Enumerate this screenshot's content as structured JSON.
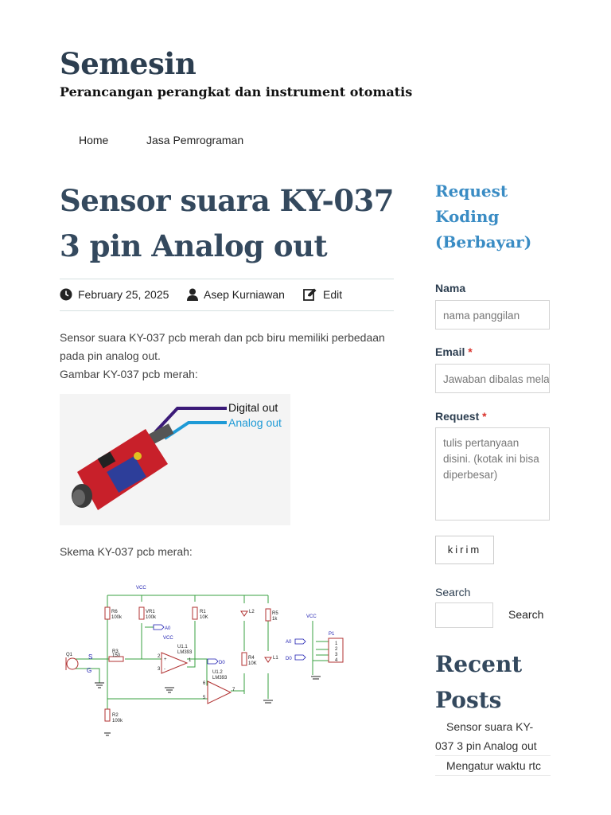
{
  "site": {
    "title": "Semesin",
    "tagline": "Perancangan perangkat dan instrument otomatis"
  },
  "nav": {
    "items": [
      {
        "label": "Home"
      },
      {
        "label": "Jasa Pemrograman"
      }
    ]
  },
  "post": {
    "title": "Sensor suara KY-037 3 pin Analog out",
    "date": "February 25, 2025",
    "author": "Asep Kurniawan",
    "edit_label": "Edit",
    "intro": "Sensor suara KY-037 pcb merah dan pcb biru memiliki perbedaan pada pin analog out.",
    "image1_caption": "Gambar KY-037 pcb merah:",
    "image1_labels": {
      "digital": "Digital out",
      "analog": "Analog out"
    },
    "image2_caption": "Skema KY-037 pcb merah:",
    "schematic_labels": {
      "vcc": "VCC",
      "r6": "R6",
      "r6v": "100k",
      "vr1": "VR1",
      "vr1v": "100k",
      "a0": "A0",
      "r1": "R1",
      "r1v": "10K",
      "l2": "L2",
      "r5": "R5",
      "r5v": "1k",
      "q1": "Q1",
      "s": "S",
      "g": "G",
      "r3": "R3",
      "r3v": "150",
      "u11": "U1.1",
      "lm1": "LM393",
      "d0": "D0",
      "u12": "U1.2",
      "lm2": "LM393",
      "r4": "R4",
      "r4v": "10K",
      "l1": "L1",
      "r2": "R2",
      "r2v": "100k",
      "p1": "P1",
      "pin1": "1",
      "pin2": "2",
      "pin3": "3",
      "pin4": "4",
      "n2": "2",
      "n3": "3",
      "n1": "1",
      "n6": "6",
      "n5": "5",
      "n7": "7",
      "p_plus": "+",
      "p_minus": "-"
    }
  },
  "sidebar": {
    "form_title": "Request Koding (Berbayar)",
    "name_label": "Nama",
    "name_placeholder": "nama panggilan",
    "email_label": "Email",
    "email_placeholder": "Jawaban dibalas melalui email",
    "request_label": "Request",
    "request_placeholder": "tulis pertanyaan disini. (kotak ini bisa diperbesar)",
    "required_mark": "*",
    "submit_label": "kirim",
    "search_label": "Search",
    "search_button": "Search",
    "recent_title": "Recent Posts",
    "recent_posts": [
      {
        "title": "Sensor suara KY-037 3 pin Analog out"
      },
      {
        "title": "Mengatur waktu rtc"
      }
    ]
  },
  "colors": {
    "title": "#2c3e50",
    "accent": "#3a8cc4",
    "required": "#d9322b",
    "schematic_wire": "#3aa040",
    "schematic_part": "#b03030",
    "schematic_label": "#1a1ab0"
  }
}
